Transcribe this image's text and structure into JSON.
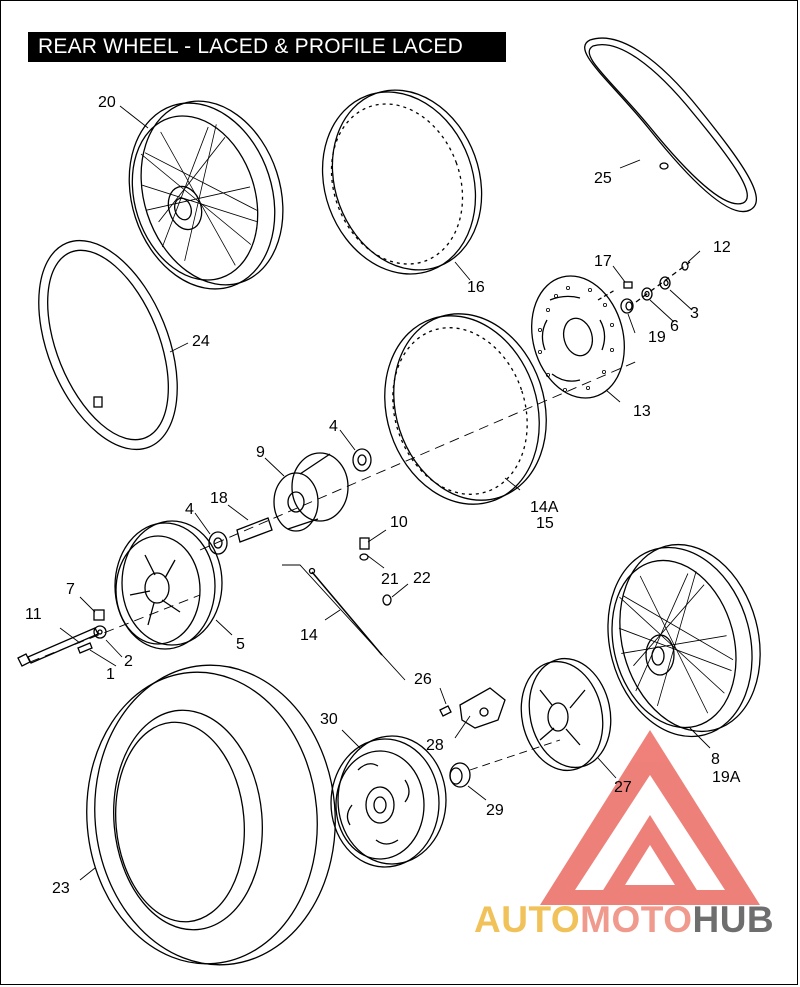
{
  "title": "REAR WHEEL - LACED & PROFILE LACED",
  "watermark": {
    "part1": "AUTO",
    "part2": "MOTO",
    "part3": "HUB",
    "colors": {
      "auto": "#f2c25a",
      "moto": "#f09a8d",
      "hub": "#6e6e6e",
      "logo": "#ec6b63"
    }
  },
  "callouts": {
    "c20": "20",
    "c16": "16",
    "c25": "25",
    "c24": "24",
    "c17": "17",
    "c12": "12",
    "c3": "3",
    "c6": "6",
    "c19": "19",
    "c13": "13",
    "c4a": "4",
    "c9": "9",
    "c14a": "14A",
    "c15": "15",
    "c4b": "4",
    "c18": "18",
    "c10": "10",
    "c21": "21",
    "c22": "22",
    "c7": "7",
    "c11": "11",
    "c5": "5",
    "c2": "2",
    "c1": "1",
    "c14": "14",
    "c26": "26",
    "c8": "8",
    "c19a": "19A",
    "c30": "30",
    "c28": "28",
    "c27": "27",
    "c29": "29",
    "c23": "23"
  }
}
